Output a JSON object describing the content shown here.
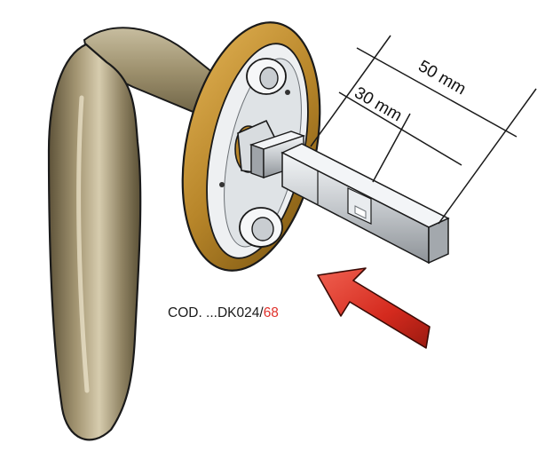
{
  "dimensions": {
    "long": "50 mm",
    "short": "30 mm"
  },
  "product_code": {
    "prefix": "COD. ...DK024/",
    "suffix": "68"
  },
  "colors": {
    "handle_bronze": "#8a7d5c",
    "rosette_gold": "#b8862a",
    "plate_white": "#eef0f2",
    "spindle_grey": "#c8ccd0",
    "arrow_red": "#d42a1e",
    "code_highlight": "#e0302a"
  },
  "icons": {
    "insert_arrow": "arrow-icon"
  }
}
